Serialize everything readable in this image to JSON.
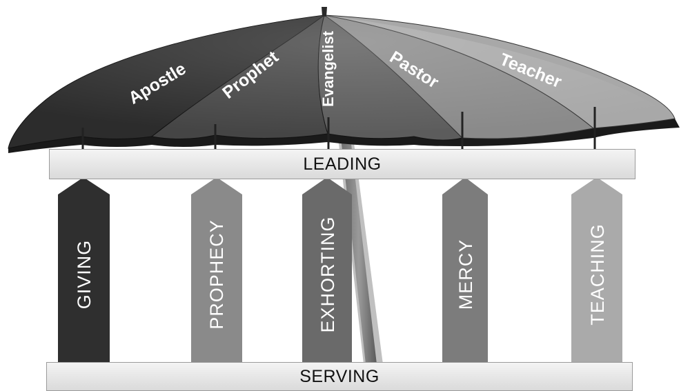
{
  "umbrella": {
    "segments": [
      {
        "label": "Apostle",
        "color": "#2c2c2c"
      },
      {
        "label": "Prophet",
        "color": "#454545"
      },
      {
        "label": "Evangelist",
        "color": "#5c5c5c"
      },
      {
        "label": "Pastor",
        "color": "#8a8a8a"
      },
      {
        "label": "Teacher",
        "color": "#a8a8a8"
      }
    ]
  },
  "leading": {
    "label": "LEADING"
  },
  "pillars": [
    {
      "label": "GIVING",
      "color": "#2f2f2f"
    },
    {
      "label": "PROPHECY",
      "color": "#8a8a8a"
    },
    {
      "label": "EXHORTING",
      "color": "#6a6a6a"
    },
    {
      "label": "MERCY",
      "color": "#7c7c7c"
    },
    {
      "label": "TEACHING",
      "color": "#aaaaaa"
    }
  ],
  "serving": {
    "label": "SERVING"
  }
}
